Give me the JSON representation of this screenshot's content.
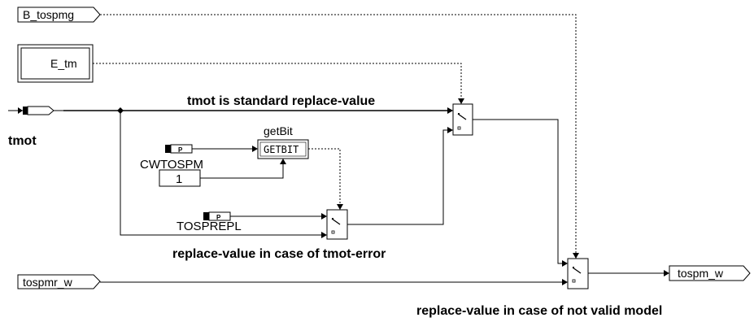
{
  "inputs": {
    "b_tospmg": "B_tospmg",
    "e_tm": "E_tm",
    "tmot": "tmot",
    "tospmr_w": "tospmr_w"
  },
  "outputs": {
    "tospm_w": "tospm_w"
  },
  "blocks": {
    "getbit_title": "getBit",
    "getbit_label": "GETBIT",
    "param_cwtospm": "CWTOSPM",
    "param_tosprepl": "TOSPREPL",
    "const_one": "1",
    "param_marker": "P"
  },
  "annotations": {
    "standard": "tmot is standard replace-value",
    "tmot_error": "replace-value in case of tmot-error",
    "not_valid": "replace-value in case of not valid model"
  }
}
